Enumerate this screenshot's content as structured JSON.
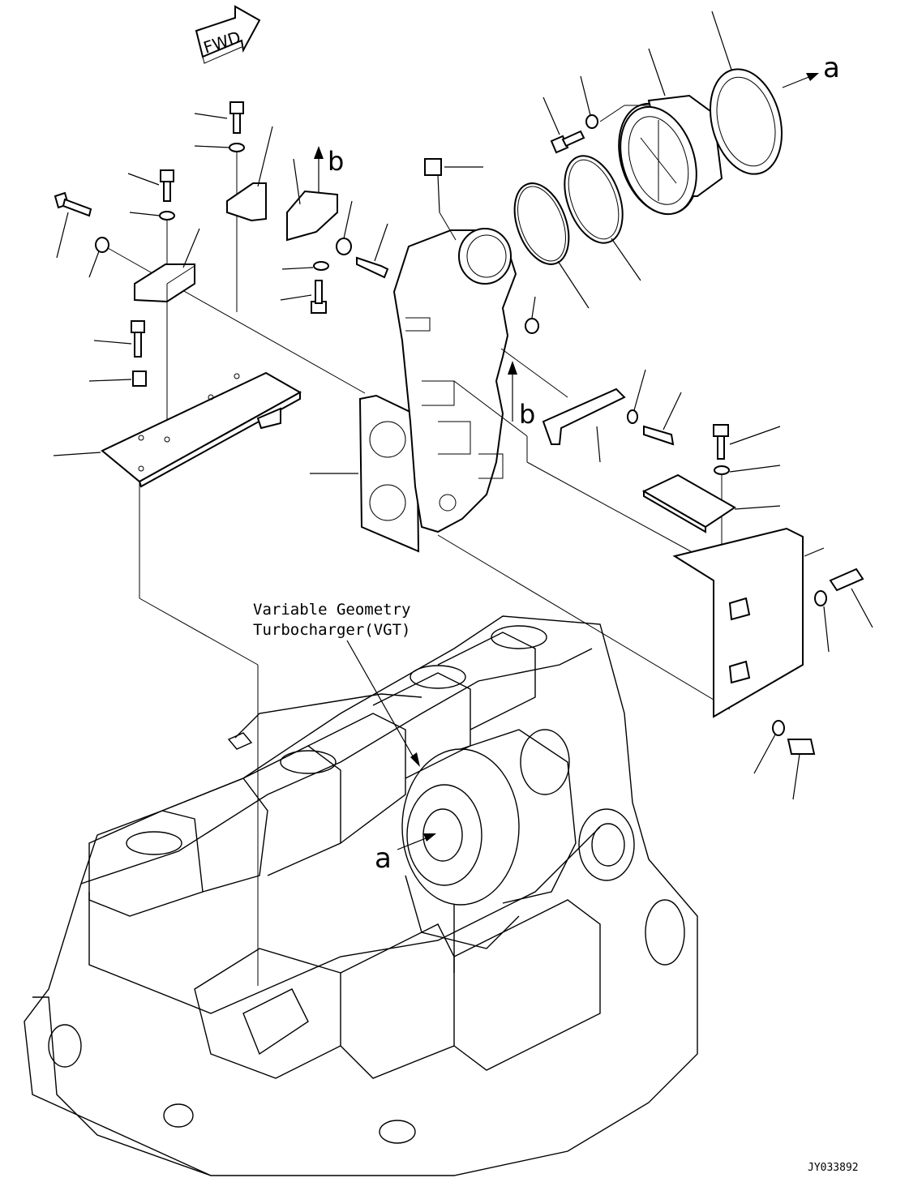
{
  "diagram": {
    "fwd_label": "FWD",
    "callout_line1": "Variable Geometry",
    "callout_line2": "Turbocharger(VGT)",
    "arrow_labels": {
      "a": "a",
      "b": "b"
    },
    "drawing_number": "JY033892"
  }
}
